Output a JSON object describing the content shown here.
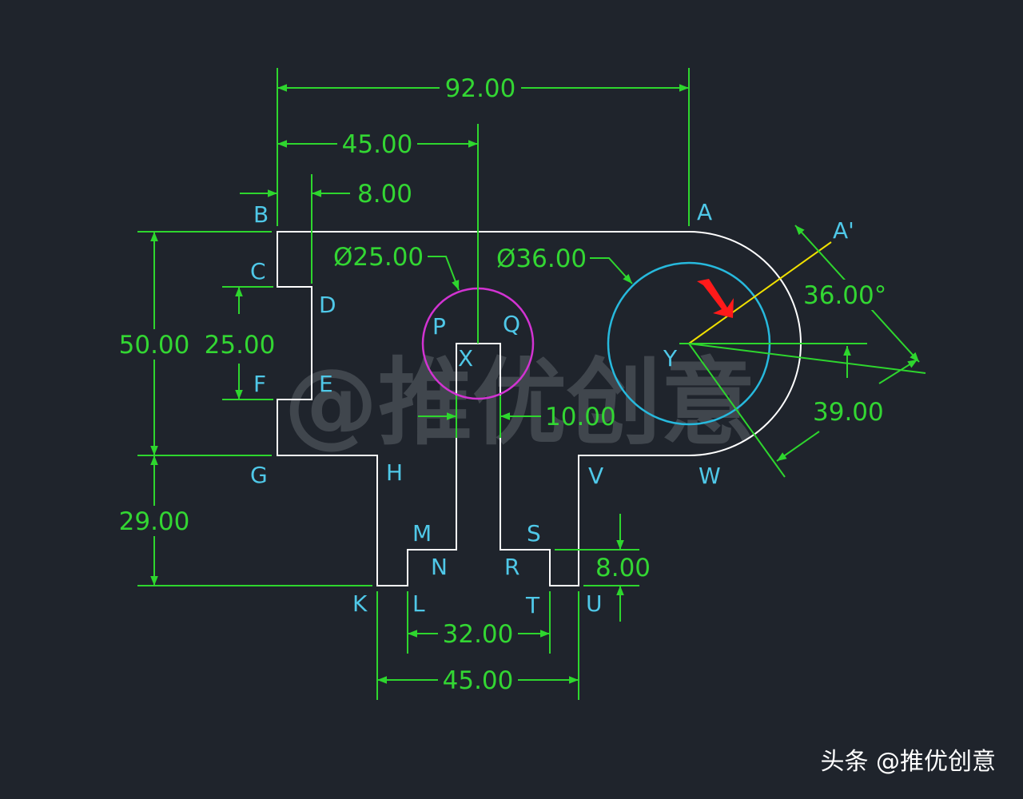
{
  "colors": {
    "background": "#1f242c",
    "outline": "#ffffff",
    "dimension": "#2ed62e",
    "point_label": "#4fc8e8",
    "small_circle": "#d233d2",
    "large_circle": "#27b9dd",
    "construction_line": "#f0e000",
    "arrow": "#ff1a1a"
  },
  "dimensions": {
    "overall_width": "92.00",
    "top_center": "45.00",
    "step_offset": "8.00",
    "small_diameter": "Ø25.00",
    "large_diameter": "Ø36.00",
    "angle": "36.00°",
    "left_height": "50.00",
    "notch_height": "25.00",
    "slot_width": "10.00",
    "radial": "39.00",
    "lower_height": "29.00",
    "foot_step": "8.00",
    "inner_width": "32.00",
    "bottom_width": "45.00"
  },
  "points": {
    "A": "A",
    "A_prime": "A'",
    "B": "B",
    "C": "C",
    "D": "D",
    "E": "E",
    "F": "F",
    "G": "G",
    "H": "H",
    "K": "K",
    "L": "L",
    "M": "M",
    "N": "N",
    "P": "P",
    "Q": "Q",
    "R": "R",
    "S": "S",
    "T": "T",
    "U": "U",
    "V": "V",
    "W": "W",
    "X": "X",
    "Y": "Y"
  },
  "watermark": "@推优创意",
  "footer": "头条 @推优创意"
}
